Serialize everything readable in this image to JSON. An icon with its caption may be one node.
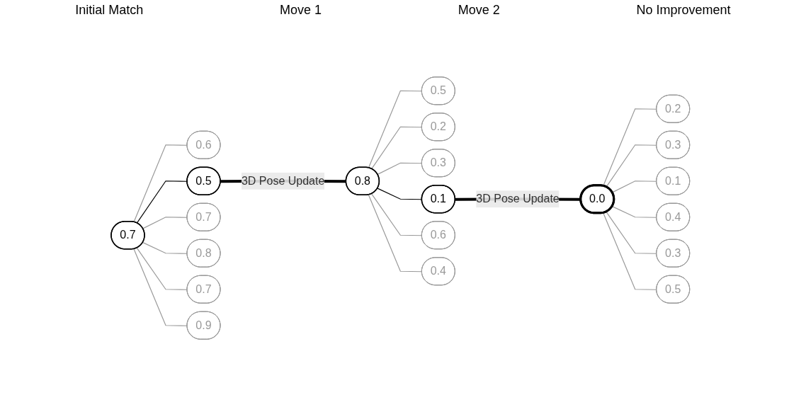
{
  "diagram": {
    "nodes": [
      {
        "text": [
          "0.7"
        ]
      },
      {
        "text": [
          "0.6"
        ]
      },
      {
        "text": [
          "0.5"
        ]
      },
      {
        "text": [
          "0.8"
        ]
      },
      {
        "text": [
          "0.7"
        ]
      },
      {
        "text": [
          "0.8"
        ]
      },
      {
        "text": [
          "0.7"
        ]
      },
      {
        "text": [
          "0.9"
        ]
      },
      {
        "text": [
          "0.5"
        ]
      },
      {
        "text": [
          "0.2"
        ]
      },
      {
        "text": [
          "0.3"
        ]
      },
      {
        "text": [
          "0.1"
        ]
      },
      {
        "text": [
          "0.0"
        ]
      },
      {
        "text": [
          "0.6"
        ]
      },
      {
        "text": [
          "0.4"
        ]
      },
      {
        "text": [
          "0.2"
        ]
      },
      {
        "text": [
          "0.3"
        ]
      },
      {
        "text": [
          "0.1"
        ]
      },
      {
        "text": [
          "0.4"
        ]
      },
      {
        "text": [
          "0.3"
        ]
      },
      {
        "text": [
          "0.5"
        ]
      }
    ],
    "edges": [
      {
        "from": 0,
        "to": 1,
        "arrow": "none"
      },
      {
        "from": 0,
        "to": 2,
        "arrow": "none",
        "color": "#000000"
      },
      {
        "from": 0,
        "to": 4,
        "arrow": "none"
      },
      {
        "from": 0,
        "to": 5,
        "arrow": "none"
      },
      {
        "from": 0,
        "to": 6,
        "arrow": "none"
      },
      {
        "from": 0,
        "to": 7,
        "arrow": "none"
      },
      {
        "from": 2,
        "to": 3,
        "arrow": "none",
        "label": "3D Pose Update",
        "style": "thick",
        "color": "#000000"
      },
      {
        "from": 3,
        "to": 8,
        "arrow": "none"
      },
      {
        "from": 3,
        "to": 9,
        "arrow": "none"
      },
      {
        "from": 3,
        "to": 10,
        "arrow": "none"
      },
      {
        "from": 3,
        "to": 11,
        "arrow": "none",
        "color": "#000000"
      },
      {
        "from": 3,
        "to": 13,
        "arrow": "none"
      },
      {
        "from": 3,
        "to": 14,
        "arrow": "none"
      },
      {
        "from": 11,
        "to": 12,
        "arrow": "none",
        "label": "3D Pose Update",
        "style": "thick",
        "color": "#000000"
      },
      {
        "from": 12,
        "to": 15,
        "arrow": "none"
      },
      {
        "from": 12,
        "to": 16,
        "arrow": "none"
      },
      {
        "from": 12,
        "to": 17,
        "arrow": "none"
      },
      {
        "from": 12,
        "to": 18,
        "arrow": "none"
      },
      {
        "from": 12,
        "to": 19,
        "arrow": "none"
      },
      {
        "from": 12,
        "to": 20,
        "arrow": "none"
      }
    ],
    "labels": [
      "Initial Match",
      "Move 1",
      "Move 2",
      "No Improvement"
    ]
  }
}
